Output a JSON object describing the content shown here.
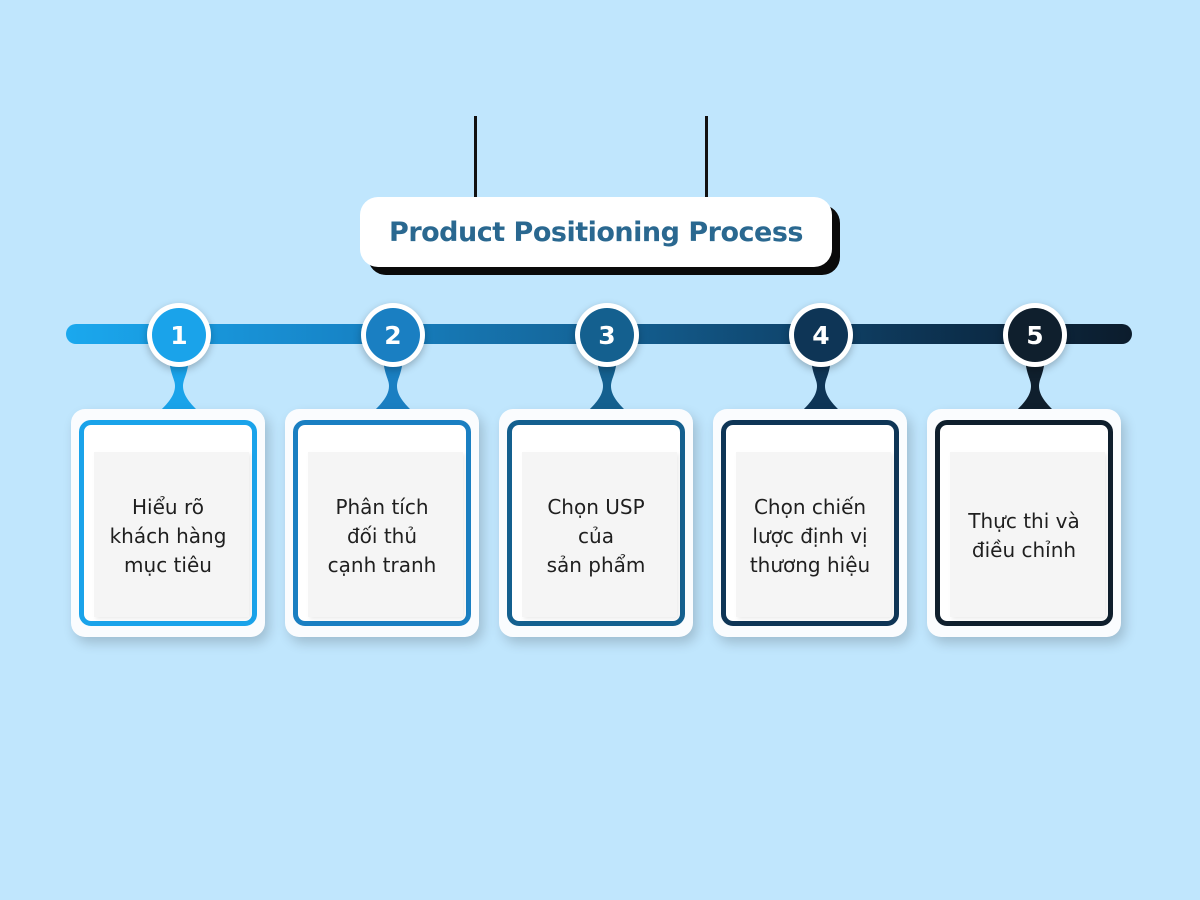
{
  "title": "Product Positioning Process",
  "steps": [
    {
      "number": "1",
      "label": "Hiểu rõ\nkhách hàng\nmục tiêu",
      "color": "#1aa3ea"
    },
    {
      "number": "2",
      "label": "Phân tích\nđối thủ\ncạnh tranh",
      "color": "#1a7fc2"
    },
    {
      "number": "3",
      "label": "Chọn USP\ncủa\nsản phẩm",
      "color": "#14608f"
    },
    {
      "number": "4",
      "label": "Chọn chiến\nlược định vị\nthương hiệu",
      "color": "#0e3556"
    },
    {
      "number": "5",
      "label": "Thực thi và\nđiều chỉnh",
      "color": "#0f1f2d"
    }
  ]
}
